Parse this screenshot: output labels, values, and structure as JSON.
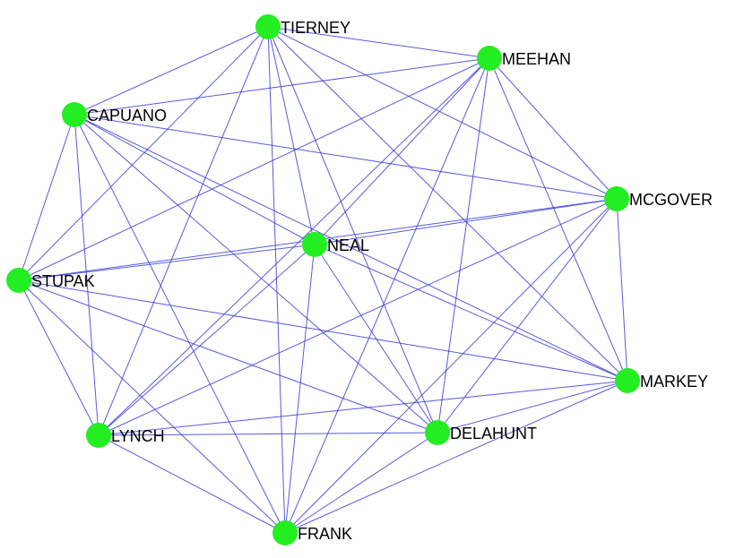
{
  "colors": {
    "edge": "#3a3fd6",
    "node": "#22ee22",
    "label": "#000000",
    "background": "#ffffff"
  },
  "nodes": [
    {
      "id": "TIERNEY",
      "label": "TIERNEY"
    },
    {
      "id": "MEEHAN",
      "label": "MEEHAN"
    },
    {
      "id": "CAPUANO",
      "label": "CAPUANO"
    },
    {
      "id": "MCGOVER",
      "label": "MCGOVER"
    },
    {
      "id": "NEAL",
      "label": "NEAL"
    },
    {
      "id": "STUPAK",
      "label": "STUPAK"
    },
    {
      "id": "MARKEY",
      "label": "MARKEY"
    },
    {
      "id": "LYNCH",
      "label": "LYNCH"
    },
    {
      "id": "DELAHUNT",
      "label": "DELAHUNT"
    },
    {
      "id": "FRANK",
      "label": "FRANK"
    }
  ],
  "edges": [
    [
      "TIERNEY",
      "MEEHAN"
    ],
    [
      "TIERNEY",
      "CAPUANO"
    ],
    [
      "TIERNEY",
      "MCGOVER"
    ],
    [
      "TIERNEY",
      "NEAL"
    ],
    [
      "TIERNEY",
      "STUPAK"
    ],
    [
      "TIERNEY",
      "MARKEY"
    ],
    [
      "TIERNEY",
      "LYNCH"
    ],
    [
      "TIERNEY",
      "DELAHUNT"
    ],
    [
      "TIERNEY",
      "FRANK"
    ],
    [
      "MEEHAN",
      "CAPUANO"
    ],
    [
      "MEEHAN",
      "MCGOVER"
    ],
    [
      "MEEHAN",
      "NEAL"
    ],
    [
      "MEEHAN",
      "STUPAK"
    ],
    [
      "MEEHAN",
      "MARKEY"
    ],
    [
      "MEEHAN",
      "LYNCH"
    ],
    [
      "MEEHAN",
      "DELAHUNT"
    ],
    [
      "MEEHAN",
      "FRANK"
    ],
    [
      "CAPUANO",
      "MCGOVER"
    ],
    [
      "CAPUANO",
      "NEAL"
    ],
    [
      "CAPUANO",
      "STUPAK"
    ],
    [
      "CAPUANO",
      "MARKEY"
    ],
    [
      "CAPUANO",
      "LYNCH"
    ],
    [
      "CAPUANO",
      "DELAHUNT"
    ],
    [
      "CAPUANO",
      "FRANK"
    ],
    [
      "MCGOVER",
      "NEAL"
    ],
    [
      "MCGOVER",
      "STUPAK"
    ],
    [
      "MCGOVER",
      "MARKEY"
    ],
    [
      "MCGOVER",
      "LYNCH"
    ],
    [
      "MCGOVER",
      "DELAHUNT"
    ],
    [
      "MCGOVER",
      "FRANK"
    ],
    [
      "NEAL",
      "STUPAK"
    ],
    [
      "NEAL",
      "MARKEY"
    ],
    [
      "NEAL",
      "LYNCH"
    ],
    [
      "NEAL",
      "DELAHUNT"
    ],
    [
      "NEAL",
      "FRANK"
    ],
    [
      "STUPAK",
      "MARKEY"
    ],
    [
      "STUPAK",
      "LYNCH"
    ],
    [
      "STUPAK",
      "DELAHUNT"
    ],
    [
      "STUPAK",
      "FRANK"
    ],
    [
      "MARKEY",
      "LYNCH"
    ],
    [
      "MARKEY",
      "DELAHUNT"
    ],
    [
      "MARKEY",
      "FRANK"
    ],
    [
      "LYNCH",
      "DELAHUNT"
    ],
    [
      "LYNCH",
      "FRANK"
    ],
    [
      "DELAHUNT",
      "FRANK"
    ]
  ]
}
